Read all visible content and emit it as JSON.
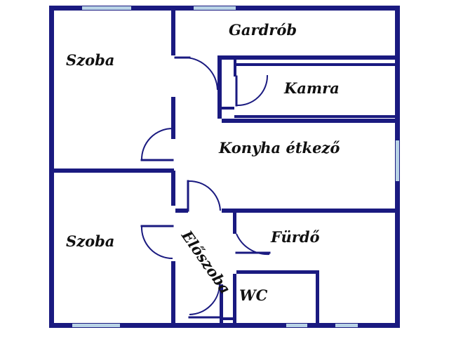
{
  "floor_plan": {
    "rooms": {
      "szoba_top": "Szoba",
      "szoba_bottom": "Szoba",
      "gardrob": "Gardrób",
      "kamra": "Kamra",
      "konyha": "Konyha étkező",
      "eloszoba": "Előszoba",
      "furdo": "Fürdő",
      "wc": "WC"
    },
    "colors": {
      "wall": "#1a1a80",
      "window": "#b9d3e6",
      "background": "#ffffff",
      "label": "#111111"
    }
  }
}
